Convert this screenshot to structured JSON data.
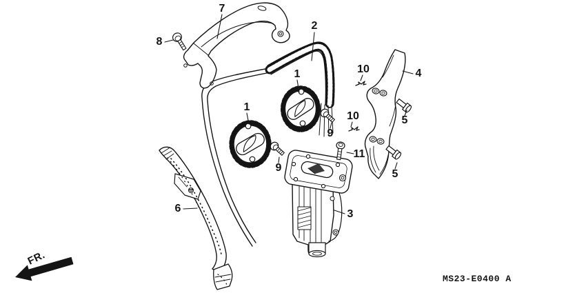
{
  "figure": {
    "drawing_code": "MS23-E0400 A",
    "front_marker": "FR.",
    "callouts": {
      "n1a": "1",
      "n1b": "1",
      "n2": "2",
      "n3": "3",
      "n4": "4",
      "n5a": "5",
      "n5b": "5",
      "n6": "6",
      "n7": "7",
      "n8": "8",
      "n9a": "9",
      "n9b": "9",
      "n10a": "10",
      "n10b": "10",
      "n11": "11"
    }
  },
  "colors": {
    "line": "#141414",
    "background": "#ffffff"
  }
}
